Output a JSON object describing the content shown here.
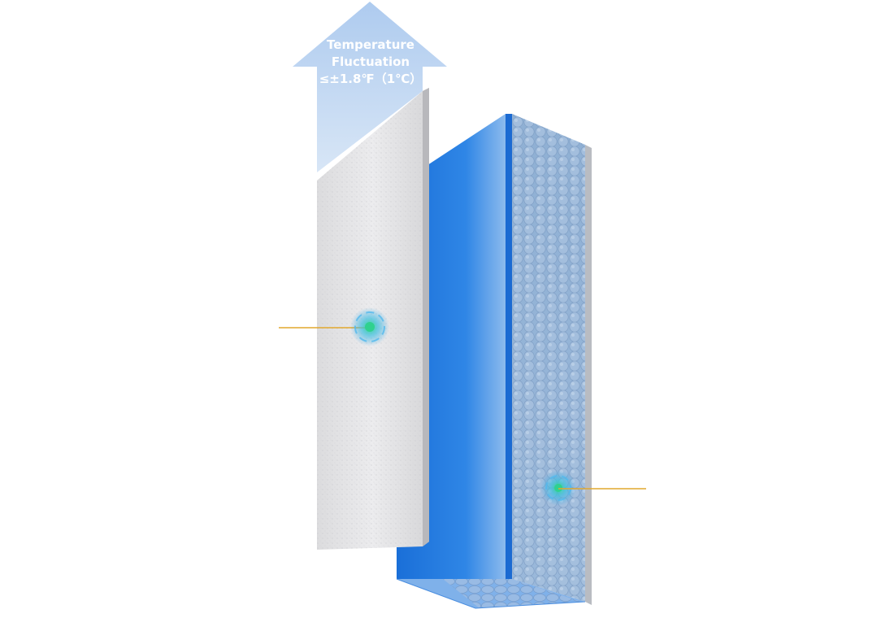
{
  "arrow": {
    "line1": "Temperature",
    "line2": "Fluctuation",
    "line3": "≤±1.8℉（1℃）"
  },
  "colors": {
    "arrow": "#b7d4f3",
    "panel": "#e4e4e6",
    "box_blue": "#1f7ae0",
    "leader_line": "#e2a82e",
    "marker": "#2fd18f"
  }
}
